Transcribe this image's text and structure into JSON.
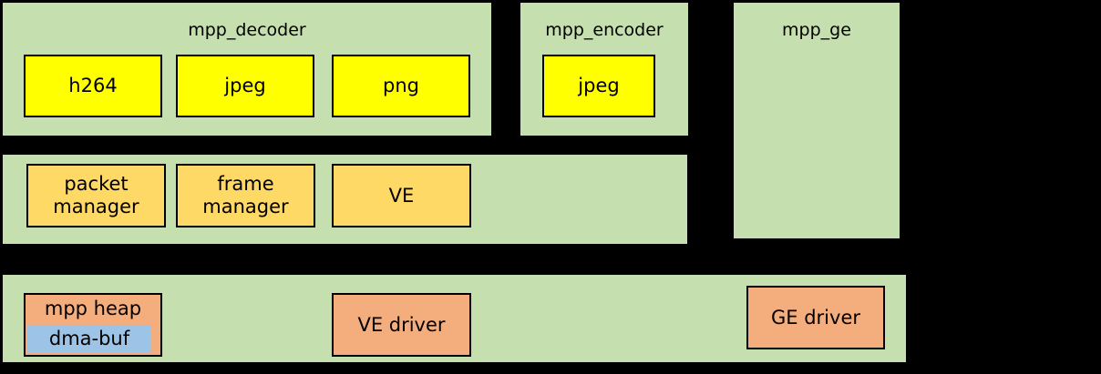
{
  "diagram": {
    "background_color": "#000000",
    "group_color": "#c5dfae",
    "colors": {
      "codec_box": "#ffff00",
      "manager_box": "#ffd966",
      "driver_box": "#f4ad7d",
      "dmabuf_box": "#9dc3e6",
      "border": "#000000",
      "text": "#000000"
    },
    "groups": [
      {
        "id": "mpp_decoder",
        "title": "mpp_decoder",
        "boxes": [
          {
            "label": "h264"
          },
          {
            "label": "jpeg"
          },
          {
            "label": "png"
          }
        ]
      },
      {
        "id": "mpp_encoder",
        "title": "mpp_encoder",
        "boxes": [
          {
            "label": "jpeg"
          }
        ]
      },
      {
        "id": "mpp_ge",
        "title": "mpp_ge",
        "boxes": []
      },
      {
        "id": "middleware",
        "title": "",
        "boxes": [
          {
            "label_line1": "packet",
            "label_line2": "manager"
          },
          {
            "label_line1": "frame",
            "label_line2": "manager"
          },
          {
            "label": "VE"
          }
        ]
      },
      {
        "id": "kernel",
        "title": "",
        "boxes": [
          {
            "label": "mpp heap",
            "sub_label": "dma-buf"
          },
          {
            "label": "VE driver"
          },
          {
            "label": "GE driver"
          }
        ]
      }
    ]
  }
}
